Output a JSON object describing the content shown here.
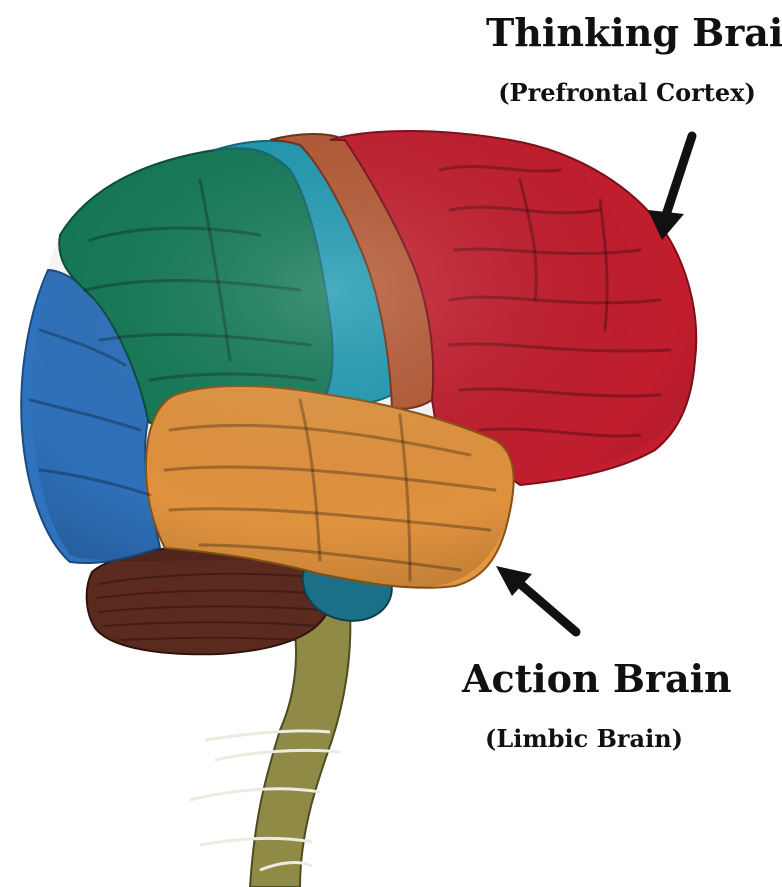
{
  "labels": {
    "thinking_title": "Thinking Brain",
    "thinking_subtitle": "(Prefrontal Cortex)",
    "action_title": "Action Brain",
    "action_subtitle": "(Limbic Brain)"
  },
  "regions": [
    {
      "name": "frontal-lobe",
      "color": "#c41e2e"
    },
    {
      "name": "motor-strip",
      "color": "#b65a35"
    },
    {
      "name": "sensory-strip",
      "color": "#1f9bb3"
    },
    {
      "name": "parietal-lobe",
      "color": "#137a58"
    },
    {
      "name": "occipital-lobe",
      "color": "#2f73bf"
    },
    {
      "name": "temporal-lobe",
      "color": "#e4953f"
    },
    {
      "name": "cerebellum",
      "color": "#5b2a1f"
    },
    {
      "name": "pons",
      "color": "#1b6f86"
    },
    {
      "name": "brainstem",
      "color": "#8f8a45"
    }
  ],
  "arrows": [
    {
      "name": "thinking-arrow",
      "color": "#111111"
    },
    {
      "name": "action-arrow",
      "color": "#111111"
    }
  ]
}
